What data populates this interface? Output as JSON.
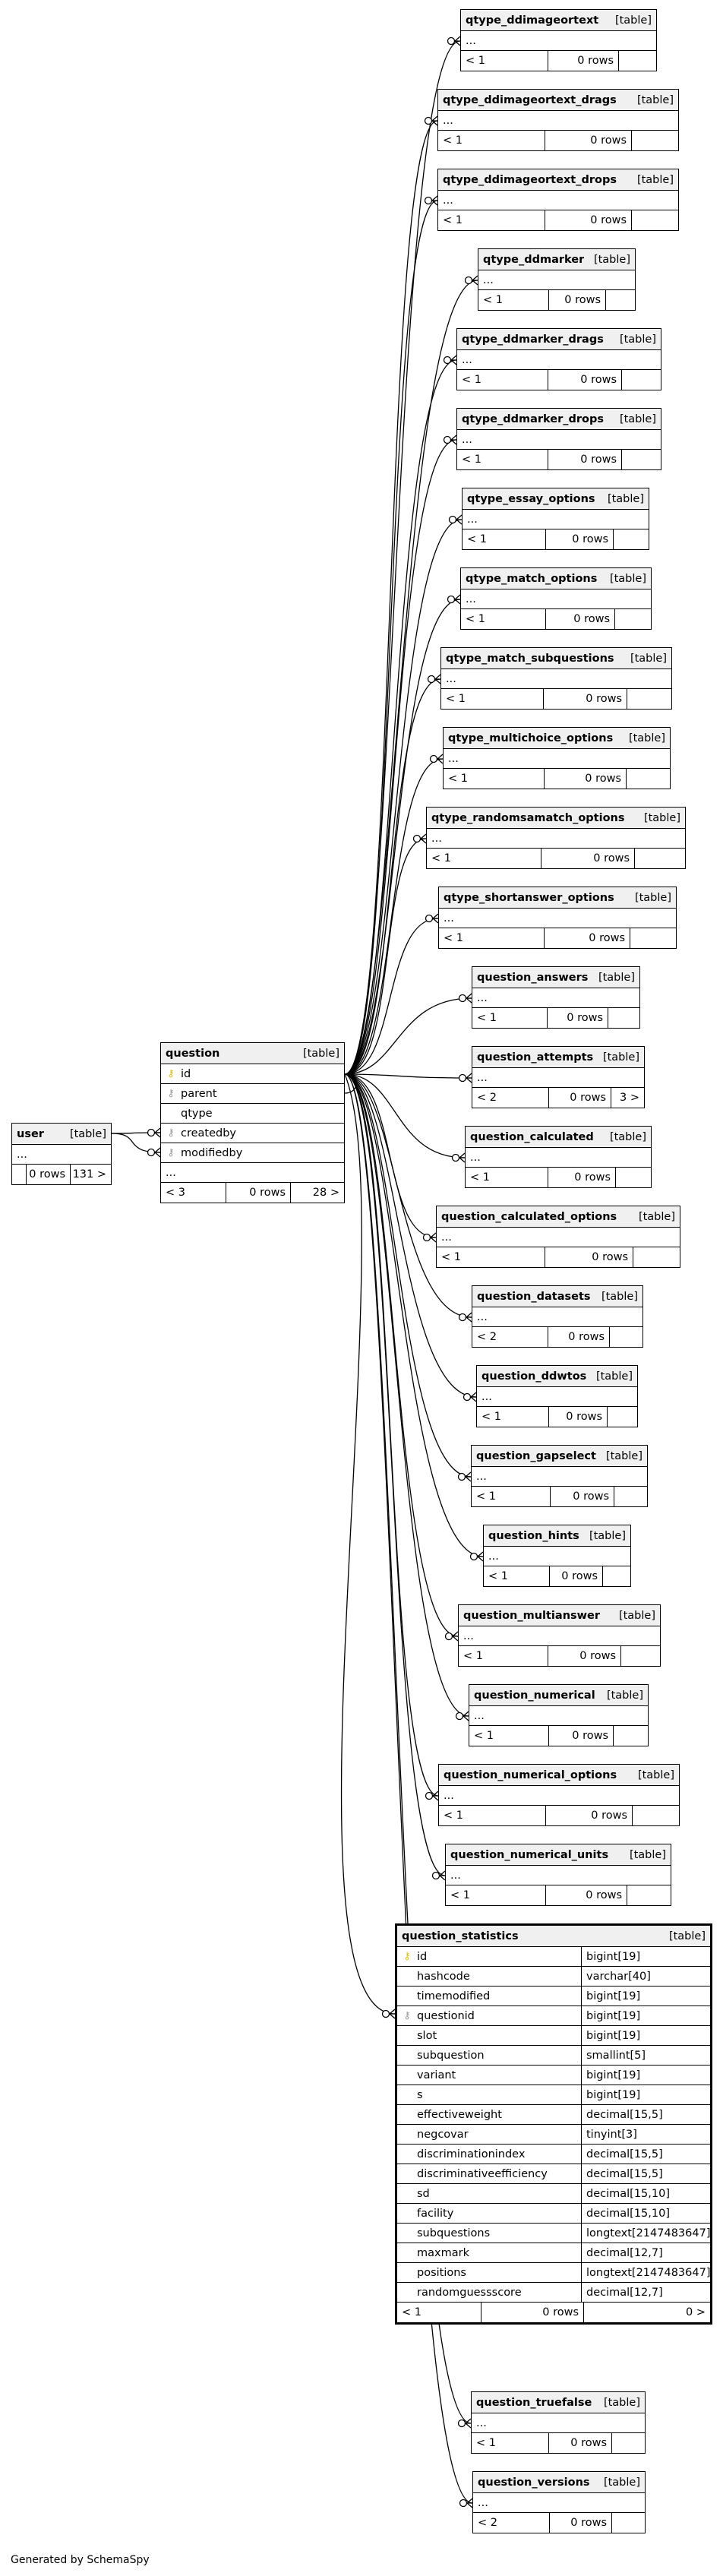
{
  "footer": "Generated by SchemaSpy",
  "user": {
    "name": "user",
    "type": "[table]",
    "ellipsis": "...",
    "footer": [
      "",
      "0 rows",
      "131 >"
    ]
  },
  "question": {
    "name": "question",
    "type": "[table]",
    "columns": [
      {
        "name": "id",
        "key": "pk"
      },
      {
        "name": "parent",
        "key": "fk"
      },
      {
        "name": "qtype",
        "key": ""
      },
      {
        "name": "createdby",
        "key": "fk"
      },
      {
        "name": "modifiedby",
        "key": "fk"
      }
    ],
    "ellipsis": "...",
    "footer": [
      "< 3",
      "0 rows",
      "28 >"
    ]
  },
  "children": [
    {
      "name": "qtype_ddimageortext",
      "type": "[table]",
      "ellipsis": "...",
      "footer": [
        "< 1",
        "0 rows",
        ""
      ]
    },
    {
      "name": "qtype_ddimageortext_drags",
      "type": "[table]",
      "ellipsis": "...",
      "footer": [
        "< 1",
        "0 rows",
        ""
      ]
    },
    {
      "name": "qtype_ddimageortext_drops",
      "type": "[table]",
      "ellipsis": "...",
      "footer": [
        "< 1",
        "0 rows",
        ""
      ]
    },
    {
      "name": "qtype_ddmarker",
      "type": "[table]",
      "ellipsis": "...",
      "footer": [
        "< 1",
        "0 rows",
        ""
      ]
    },
    {
      "name": "qtype_ddmarker_drags",
      "type": "[table]",
      "ellipsis": "...",
      "footer": [
        "< 1",
        "0 rows",
        ""
      ]
    },
    {
      "name": "qtype_ddmarker_drops",
      "type": "[table]",
      "ellipsis": "...",
      "footer": [
        "< 1",
        "0 rows",
        ""
      ]
    },
    {
      "name": "qtype_essay_options",
      "type": "[table]",
      "ellipsis": "...",
      "footer": [
        "< 1",
        "0 rows",
        ""
      ]
    },
    {
      "name": "qtype_match_options",
      "type": "[table]",
      "ellipsis": "...",
      "footer": [
        "< 1",
        "0 rows",
        ""
      ]
    },
    {
      "name": "qtype_match_subquestions",
      "type": "[table]",
      "ellipsis": "...",
      "footer": [
        "< 1",
        "0 rows",
        ""
      ]
    },
    {
      "name": "qtype_multichoice_options",
      "type": "[table]",
      "ellipsis": "...",
      "footer": [
        "< 1",
        "0 rows",
        ""
      ]
    },
    {
      "name": "qtype_randomsamatch_options",
      "type": "[table]",
      "ellipsis": "...",
      "footer": [
        "< 1",
        "0 rows",
        ""
      ]
    },
    {
      "name": "qtype_shortanswer_options",
      "type": "[table]",
      "ellipsis": "...",
      "footer": [
        "< 1",
        "0 rows",
        ""
      ]
    },
    {
      "name": "question_answers",
      "type": "[table]",
      "ellipsis": "...",
      "footer": [
        "< 1",
        "0 rows",
        ""
      ]
    },
    {
      "name": "question_attempts",
      "type": "[table]",
      "ellipsis": "...",
      "footer": [
        "< 2",
        "0 rows",
        "3 >"
      ]
    },
    {
      "name": "question_calculated",
      "type": "[table]",
      "ellipsis": "...",
      "footer": [
        "< 1",
        "0 rows",
        ""
      ]
    },
    {
      "name": "question_calculated_options",
      "type": "[table]",
      "ellipsis": "...",
      "footer": [
        "< 1",
        "0 rows",
        ""
      ]
    },
    {
      "name": "question_datasets",
      "type": "[table]",
      "ellipsis": "...",
      "footer": [
        "< 2",
        "0 rows",
        ""
      ]
    },
    {
      "name": "question_ddwtos",
      "type": "[table]",
      "ellipsis": "...",
      "footer": [
        "< 1",
        "0 rows",
        ""
      ]
    },
    {
      "name": "question_gapselect",
      "type": "[table]",
      "ellipsis": "...",
      "footer": [
        "< 1",
        "0 rows",
        ""
      ]
    },
    {
      "name": "question_hints",
      "type": "[table]",
      "ellipsis": "...",
      "footer": [
        "< 1",
        "0 rows",
        ""
      ]
    },
    {
      "name": "question_multianswer",
      "type": "[table]",
      "ellipsis": "...",
      "footer": [
        "< 1",
        "0 rows",
        ""
      ]
    },
    {
      "name": "question_numerical",
      "type": "[table]",
      "ellipsis": "...",
      "footer": [
        "< 1",
        "0 rows",
        ""
      ]
    },
    {
      "name": "question_numerical_options",
      "type": "[table]",
      "ellipsis": "...",
      "footer": [
        "< 1",
        "0 rows",
        ""
      ]
    },
    {
      "name": "question_numerical_units",
      "type": "[table]",
      "ellipsis": "...",
      "footer": [
        "< 1",
        "0 rows",
        ""
      ]
    },
    {
      "name": "question_truefalse",
      "type": "[table]",
      "ellipsis": "...",
      "footer": [
        "< 1",
        "0 rows",
        ""
      ]
    },
    {
      "name": "question_versions",
      "type": "[table]",
      "ellipsis": "...",
      "footer": [
        "< 2",
        "0 rows",
        ""
      ]
    }
  ],
  "stats": {
    "name": "question_statistics",
    "type": "[table]",
    "columns": [
      {
        "name": "id",
        "type": "bigint[19]",
        "key": "pk"
      },
      {
        "name": "hashcode",
        "type": "varchar[40]",
        "key": ""
      },
      {
        "name": "timemodified",
        "type": "bigint[19]",
        "key": ""
      },
      {
        "name": "questionid",
        "type": "bigint[19]",
        "key": "fk"
      },
      {
        "name": "slot",
        "type": "bigint[19]",
        "key": ""
      },
      {
        "name": "subquestion",
        "type": "smallint[5]",
        "key": ""
      },
      {
        "name": "variant",
        "type": "bigint[19]",
        "key": ""
      },
      {
        "name": "s",
        "type": "bigint[19]",
        "key": ""
      },
      {
        "name": "effectiveweight",
        "type": "decimal[15,5]",
        "key": ""
      },
      {
        "name": "negcovar",
        "type": "tinyint[3]",
        "key": ""
      },
      {
        "name": "discriminationindex",
        "type": "decimal[15,5]",
        "key": ""
      },
      {
        "name": "discriminativeefficiency",
        "type": "decimal[15,5]",
        "key": ""
      },
      {
        "name": "sd",
        "type": "decimal[15,10]",
        "key": ""
      },
      {
        "name": "facility",
        "type": "decimal[15,10]",
        "key": ""
      },
      {
        "name": "subquestions",
        "type": "longtext[2147483647]",
        "key": ""
      },
      {
        "name": "maxmark",
        "type": "decimal[12,7]",
        "key": ""
      },
      {
        "name": "positions",
        "type": "longtext[2147483647]",
        "key": ""
      },
      {
        "name": "randomguessscore",
        "type": "decimal[12,7]",
        "key": ""
      }
    ],
    "footer": [
      "< 1",
      "0 rows",
      "0 >"
    ]
  }
}
